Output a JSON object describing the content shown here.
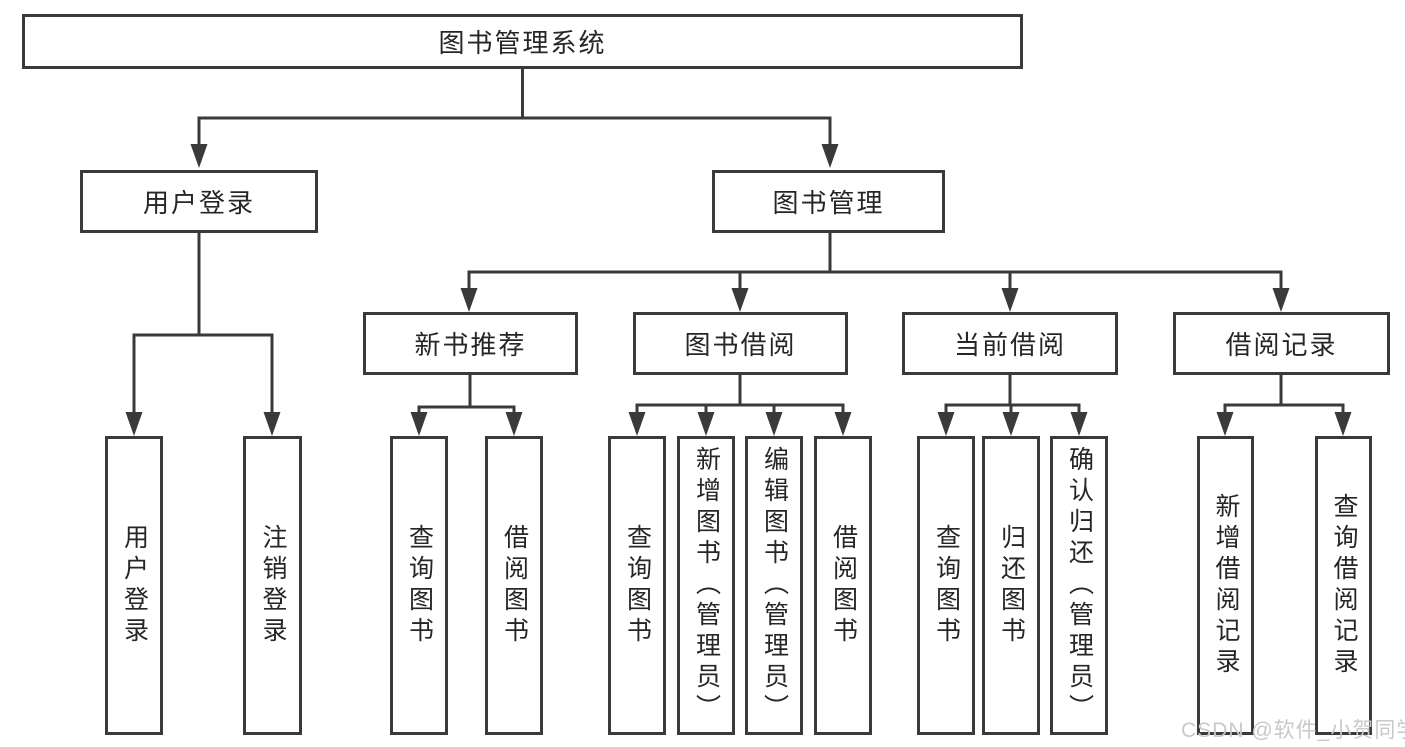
{
  "colors": {
    "background": "#ffffff",
    "line": "#3a3a3a",
    "box_border": "#3a3a3a",
    "text": "#262626",
    "watermark": "#c9c9c9"
  },
  "diagram": {
    "root": {
      "label": "图书管理系统"
    },
    "branches": [
      {
        "label": "用户登录",
        "children": [
          {
            "label": "用户登录"
          },
          {
            "label": "注销登录"
          }
        ]
      },
      {
        "label": "图书管理",
        "children": [
          {
            "label": "新书推荐",
            "children": [
              {
                "label": "查询图书"
              },
              {
                "label": "借阅图书"
              }
            ]
          },
          {
            "label": "图书借阅",
            "children": [
              {
                "label": "查询图书"
              },
              {
                "label": "新增图书（管理员）"
              },
              {
                "label": "编辑图书（管理员）"
              },
              {
                "label": "借阅图书"
              }
            ]
          },
          {
            "label": "当前借阅",
            "children": [
              {
                "label": "查询图书"
              },
              {
                "label": "归还图书"
              },
              {
                "label": "确认归还（管理员）"
              }
            ]
          },
          {
            "label": "借阅记录",
            "children": [
              {
                "label": "新增借阅记录"
              },
              {
                "label": "查询借阅记录"
              }
            ]
          }
        ]
      }
    ]
  },
  "watermark": {
    "text": "CSDN @软件_小贺同学"
  }
}
